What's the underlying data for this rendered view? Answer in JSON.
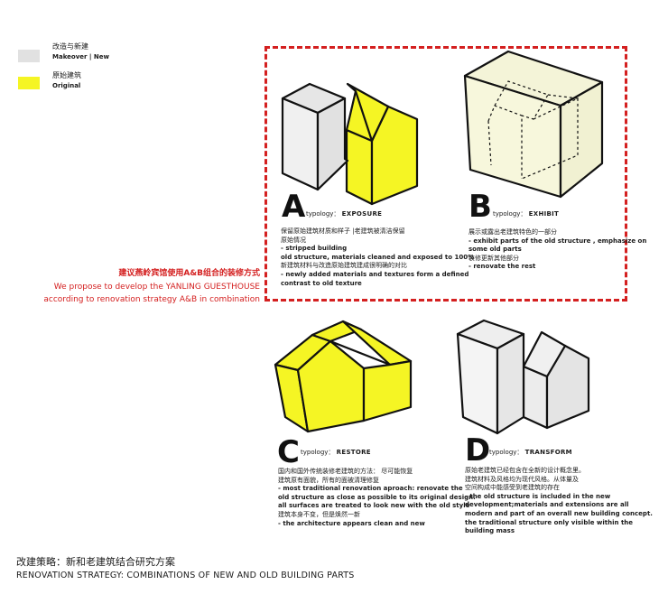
{
  "legend": {
    "makeover_zh": "改造与新建",
    "makeover_en": "Makeover | New",
    "makeover_color": "#e1e1e1",
    "original_zh": "原始建筑",
    "original_en": "Original",
    "original_color": "#f5f524"
  },
  "frame_color": "#d42020",
  "combination_note": {
    "zh": "建议燕岭宾馆使用A&B组合的装修方式",
    "en_line1": "We propose to develop the YANLING GUESTHOUSE",
    "en_line2": "according to renovation strategy A&B in combination"
  },
  "strategies": [
    {
      "letter": "A",
      "typology_prefix": "typology：",
      "typology_name": "EXPOSURE",
      "lines": [
        {
          "text": "保留原始建筑材质和样子 |老建筑被清洁保留",
          "bold": false
        },
        {
          "text": "原始情况",
          "bold": false
        },
        {
          "text": "- stripped building",
          "bold": true
        },
        {
          "text": "old structure, materials cleaned and exposed to 100%",
          "bold": true
        },
        {
          "text": "新建筑材料与改造原始建筑建成很明确的对比",
          "bold": false
        },
        {
          "text": "- newly added materials and textures form a defined",
          "bold": true
        },
        {
          "text": "contrast to old texture",
          "bold": true
        }
      ]
    },
    {
      "letter": "B",
      "typology_prefix": "typology：",
      "typology_name": "EXHIBIT",
      "lines": [
        {
          "text": "展示或露出老建筑特色的一部分",
          "bold": false
        },
        {
          "text": "- exhibit parts of the old structure , emphasize on",
          "bold": true
        },
        {
          "text": "some old parts",
          "bold": true
        },
        {
          "text": "装修更新其他部分",
          "bold": false
        },
        {
          "text": "- renovate the rest",
          "bold": true
        }
      ]
    },
    {
      "letter": "C",
      "typology_prefix": "typology：",
      "typology_name": "RESTORE",
      "lines": [
        {
          "text": "国内和国外传统装修老建筑的方法：  尽可能恢复",
          "bold": false
        },
        {
          "text": "建筑原有面貌，所有的面被清理修复",
          "bold": false
        },
        {
          "text": "- most traditional renovation aproach: renovate the",
          "bold": true
        },
        {
          "text": "old structure as close as possible to its original design.",
          "bold": true
        },
        {
          "text": "all surfaces are treated to look new with the old style",
          "bold": true
        },
        {
          "text": "建筑本身不变，但是焕然一新",
          "bold": false
        },
        {
          "text": "- the architecture appears clean and new",
          "bold": true
        }
      ]
    },
    {
      "letter": "D",
      "typology_prefix": "typology：",
      "typology_name": "TRANSFORM",
      "lines": [
        {
          "text": "原始老建筑已经包含在全新的设计概念里。",
          "bold": false
        },
        {
          "text": "建筑材料及风格均为现代风格。从体量及",
          "bold": false
        },
        {
          "text": "空间构成中能感受到老建筑的存在",
          "bold": false
        },
        {
          "text": "- the old structure is included in the new",
          "bold": true
        },
        {
          "text": "development;materials and extensions are all",
          "bold": true
        },
        {
          "text": "modern and part of an overall new building concept.",
          "bold": true
        },
        {
          "text": "the traditional structure only visible within the",
          "bold": true
        },
        {
          "text": "building mass",
          "bold": true
        }
      ]
    }
  ],
  "footer": {
    "zh": "改建策略：新和老建筑结合研究方案",
    "en": "RENOVATION STRATEGY: COMBINATIONS OF NEW AND OLD BUILDING PARTS"
  }
}
